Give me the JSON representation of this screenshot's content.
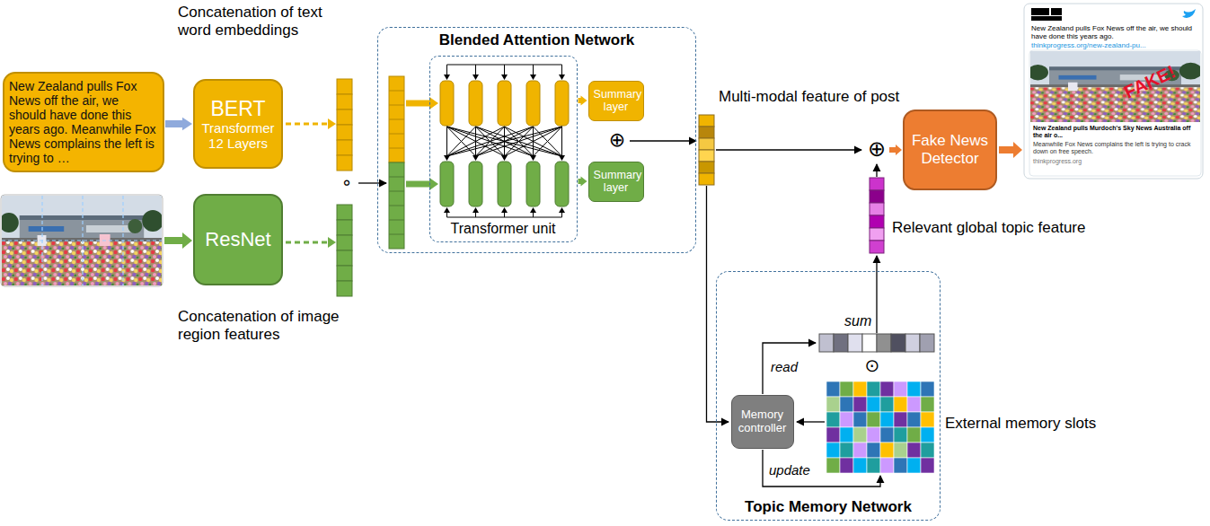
{
  "diagram": {
    "nodes": [
      {
        "text": [
          "New Zealand pulls Fox News off the air, we should have done this years ago. Meanwhile Fox News complains the left is trying to …"
        ]
      },
      {
        "text": [
          "BERT",
          "Transformer 12 Layers"
        ]
      },
      {
        "text": [
          "ResNet"
        ]
      },
      {
        "text": [
          "Blended Attention Network"
        ]
      },
      {
        "text": [
          "Transformer unit"
        ],
        "in": 3
      },
      {
        "text": [
          "Summary layer"
        ],
        "in": 3
      },
      {
        "text": [
          "Summary layer"
        ],
        "in": 3
      },
      {
        "text": [
          "Fake News Detector"
        ]
      },
      {
        "text": [
          "Topic Memory Network"
        ]
      },
      {
        "text": [
          "Memory controller"
        ],
        "in": 8
      }
    ],
    "edges": [
      {
        "from": 0,
        "to": 1,
        "arrow": "to"
      },
      {
        "from": 4,
        "to": 5,
        "arrow": "to"
      },
      {
        "from": 4,
        "to": 6,
        "arrow": "to"
      }
    ],
    "labels": [
      "Concatenation of text word embeddings",
      "∘",
      "Concatenation of image region features",
      "⊕",
      "Multi-modal feature of post",
      "⊕",
      "New Zealand pulls Fox News off the air, we should have done this years ago.",
      "thinkprogress.org/new-zealand-pu...",
      "FAKE!",
      "New Zealand pulls Murdoch's Sky News Australia off the air o...",
      "Meanwhile Fox News complains the left is trying to crack down on free speech.",
      "thinkprogress.org",
      "Relevant global topic feature",
      "sum",
      "read",
      "⊙",
      "External memory slots",
      "update"
    ]
  }
}
